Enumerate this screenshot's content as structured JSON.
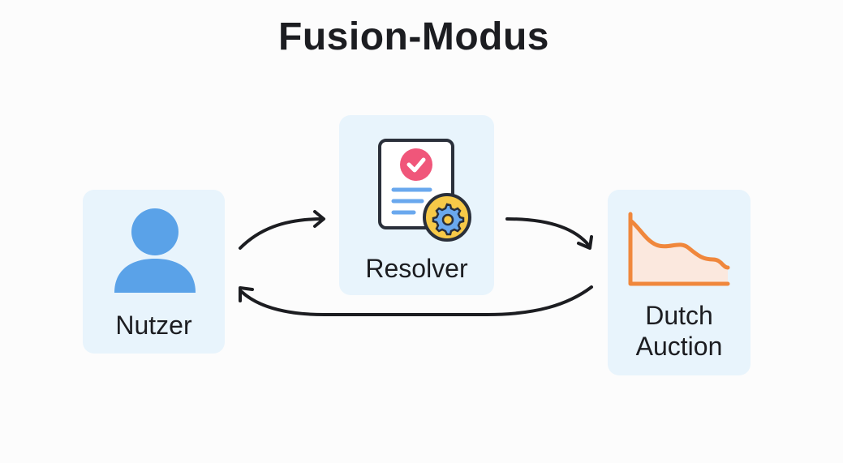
{
  "title": "Fusion-Modus",
  "nodes": {
    "user": {
      "label": "Nutzer",
      "icon": "user-icon"
    },
    "resolver": {
      "label": "Resolver",
      "icon": "document-check-gear-icon"
    },
    "auction": {
      "label_line1": "Dutch",
      "label_line2": "Auction",
      "icon": "declining-price-chart-icon"
    }
  },
  "colors": {
    "node_background": "#e8f4fc",
    "user_icon": "#5aa2e8",
    "check_circle": "#f0567a",
    "document_lines": "#6aa8ee",
    "gear": "#f7c948",
    "chart_line": "#f0873c",
    "chart_fill": "#fbe8de",
    "arrow": "#1c1d21"
  }
}
